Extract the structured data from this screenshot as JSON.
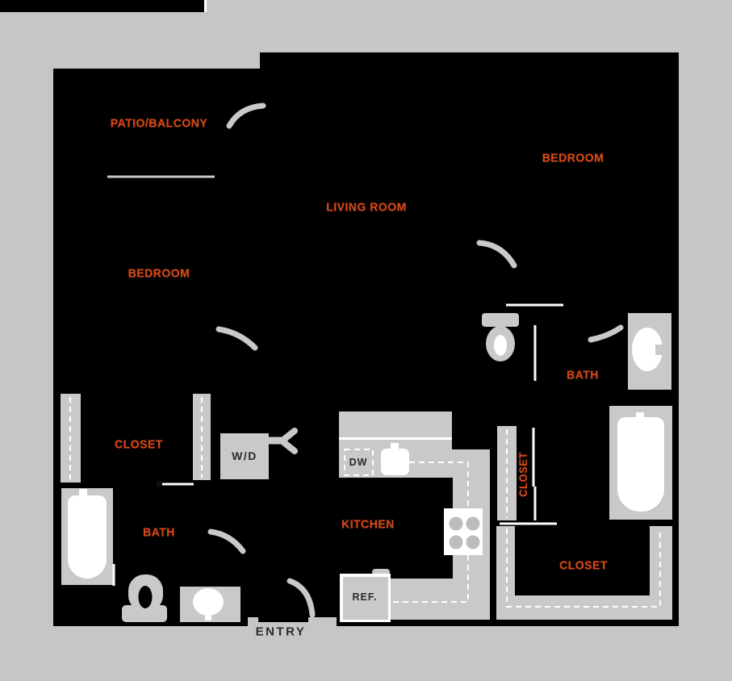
{
  "colors": {
    "background": "#c6c7c5",
    "wall": "#000000",
    "fixture": "#c9c9c9",
    "fixture_white": "#ffffff",
    "room_label": "#d04717",
    "fixture_label": "#2b2b2b"
  },
  "rooms": {
    "patio_balcony": "PATIO/BALCONY",
    "bedroom_left": "BEDROOM",
    "living_room": "LIVING ROOM",
    "bedroom_right": "BEDROOM",
    "bath_left": "BATH",
    "bath_right": "BATH",
    "closet_left": "CLOSET",
    "closet_hall": "CLOSET",
    "closet_walkin": "CLOSET",
    "kitchen": "KITCHEN",
    "entry": "ENTRY"
  },
  "appliances": {
    "washer_dryer": "W/D",
    "dishwasher": "DW",
    "refrigerator": "REF."
  }
}
